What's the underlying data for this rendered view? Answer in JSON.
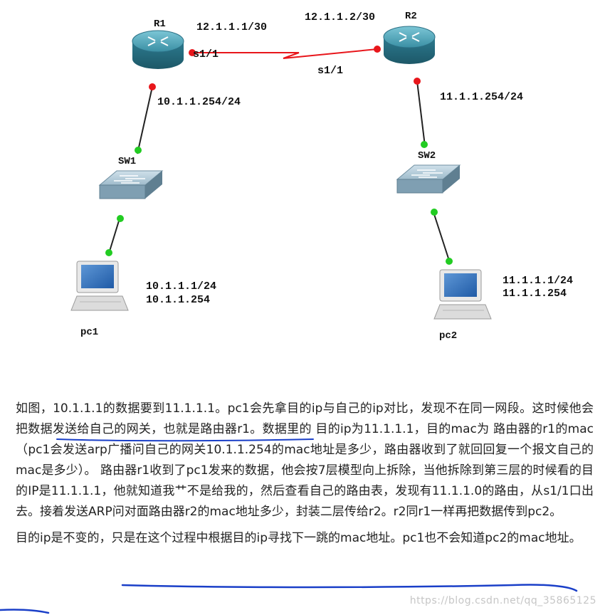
{
  "diagram": {
    "r1": {
      "name": "R1",
      "serial_ip": "12.1.1.1/30",
      "serial_if": "s1/1",
      "lan_ip": "10.1.1.254/24"
    },
    "r2": {
      "name": "R2",
      "serial_ip": "12.1.1.2/30",
      "serial_if": "s1/1",
      "lan_ip": "11.1.1.254/24"
    },
    "sw1": {
      "name": "SW1"
    },
    "sw2": {
      "name": "SW2"
    },
    "pc1": {
      "name": "pc1",
      "ip": "10.1.1.1/24",
      "gateway": "10.1.1.254"
    },
    "pc2": {
      "name": "pc2",
      "ip": "11.1.1.1/24",
      "gateway": "11.1.1.254"
    },
    "colors": {
      "serial_link": "#e8161b",
      "ethernet_link": "#222222",
      "port_up": "#22cc22",
      "port_router": "#e8161b",
      "router": "#3d94a8",
      "annotation_ink": "#1a3fc8"
    }
  },
  "article": {
    "paragraph1": "如图，10.1.1.1的数据要到11.1.1.1。pc1会先拿目的ip与自己的ip对比，发现不在同一网段。这时候他会把数据发送给自己的网关，也就是路由器r1。数据里的 目的ip为11.1.1.1，目的mac为 路由器的r1的mac（pc1会发送arp广播问自己的网关10.1.1.254的mac地址是多少，路由器收到了就回回复一个报文自己的mac是多少）。  路由器r1收到了pc1发来的数据，他会按7层模型向上拆除，当他拆除到第三层的时候看的目的IP是11.1.1.1，他就知道我艹不是给我的，然后查看自己的路由表，发现有11.1.1.0的路由，从s1/1口出去。接着发送ARP问对面路由器r2的mac地址多少，封装二层传给r2。r2同r1一样再把数据传到pc2。",
    "paragraph2": "目的ip是不变的，只是在这个过程中根据目的ip寻找下一跳的mac地址。pc1也不会知道pc2的mac地址。"
  },
  "watermark": "https://blog.csdn.net/qq_35865125"
}
